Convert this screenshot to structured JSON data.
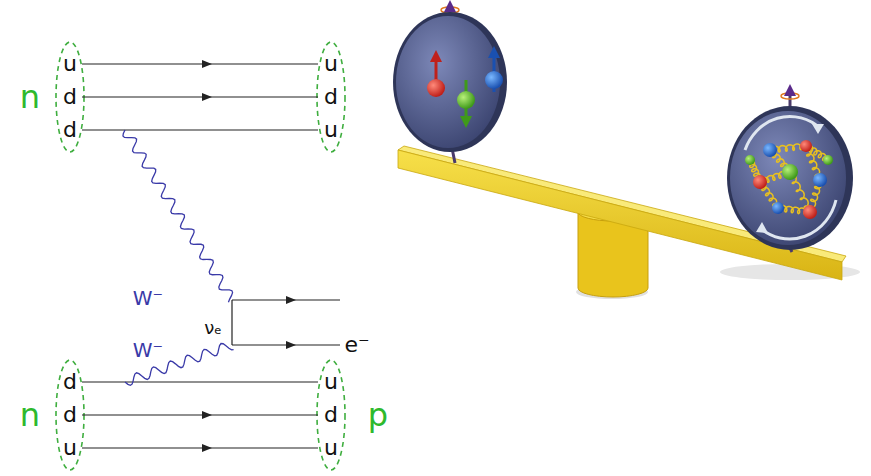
{
  "diagram": {
    "labels": [
      "n",
      "u",
      "d",
      "d",
      "u",
      "d",
      "u",
      "W⁻",
      "W⁻",
      "νₑ",
      "e⁻",
      "d",
      "d",
      "u",
      "u",
      "d",
      "u",
      "n",
      "p"
    ]
  }
}
